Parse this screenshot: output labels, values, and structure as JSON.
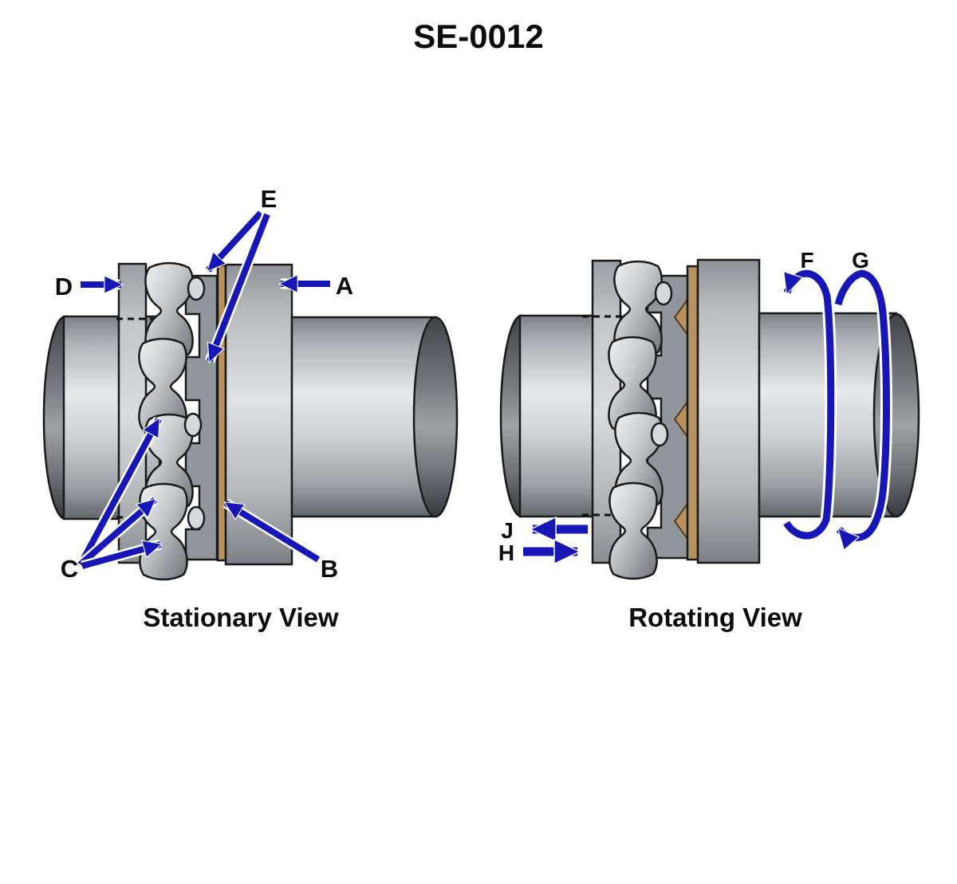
{
  "title": "SE-0012",
  "stationary_view": {
    "caption": "Stationary View",
    "labels": {
      "A": "A",
      "B": "B",
      "C": "C",
      "D": "D",
      "E": "E"
    }
  },
  "rotating_view": {
    "caption": "Rotating View",
    "labels": {
      "F": "F",
      "G": "G",
      "H": "H",
      "J": "J"
    }
  },
  "colors": {
    "arrow_blue": "#1717b8",
    "metal_light": "#e6e8e9",
    "metal_dark": "#63676b",
    "gasket_tan": "#b7925e",
    "outline_black": "#1a1a1a",
    "label_text": "#0d0d0d",
    "background": "#ffffff"
  }
}
